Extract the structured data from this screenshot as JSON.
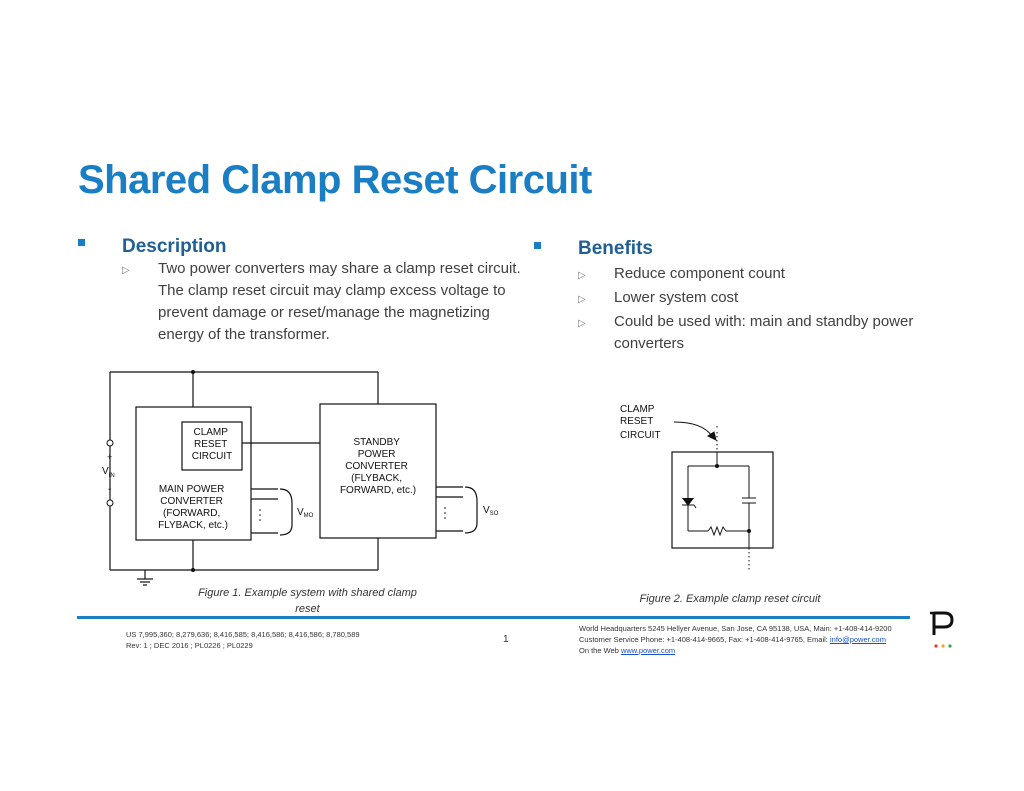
{
  "title": "Shared Clamp Reset Circuit",
  "description": {
    "heading": "Description",
    "items": [
      "Two power converters may share a clamp reset circuit.  The clamp reset circuit may clamp excess voltage to prevent damage or reset/manage the magnetizing energy of the transformer."
    ]
  },
  "benefits": {
    "heading": "Benefits",
    "items": [
      "Reduce component count",
      "Lower system cost",
      "Could be used with: main and standby power converters"
    ]
  },
  "figure1": {
    "caption": "Figure 1. Example system with shared clamp reset",
    "clamp_label": [
      "CLAMP",
      "RESET",
      "CIRCUIT"
    ],
    "main_label": [
      "MAIN POWER",
      "CONVERTER",
      "(FORWARD,",
      "FLYBACK, etc.)"
    ],
    "standby_label": [
      "STANDBY",
      "POWER",
      "CONVERTER",
      "(FLYBACK,",
      "FORWARD, etc.)"
    ],
    "vin_label": "V",
    "vin_sub": "IN",
    "plus": "+",
    "minus": "-",
    "vmo_label": "V",
    "vmo_sub": "MO",
    "vso_label": "V",
    "vso_sub": "SO"
  },
  "figure2": {
    "caption": "Figure 2. Example clamp reset circuit",
    "label": [
      "CLAMP",
      "RESET",
      "CIRCUIT"
    ]
  },
  "footer": {
    "patents": "US 7,995,360; 8,279,636; 8,416,585; 8,416,586; 8,416,586; 8,780,589",
    "rev": "Rev: 1 ; DEC 2016 ; PL0226 ; PL0229",
    "page": "1",
    "hq": "World Headquarters  5245 Hellyer Avenue, San Jose, CA 95138,  USA,  Main: +1-408-414-9200",
    "phone": "Customer Service Phone: +1-408-414-9665, Fax: +1-408-414-9765, Email: ",
    "email": "info@power.com",
    "web_prefix": "On the Web ",
    "web": "www.power.com"
  },
  "logo": {
    "name": "power-integrations-logo",
    "letter": "P",
    "dot_colors": [
      "#e8392b",
      "#f5a623",
      "#2aa84a"
    ]
  },
  "colors": {
    "accent": "#1a7ec4",
    "heading": "#1f5f94"
  }
}
